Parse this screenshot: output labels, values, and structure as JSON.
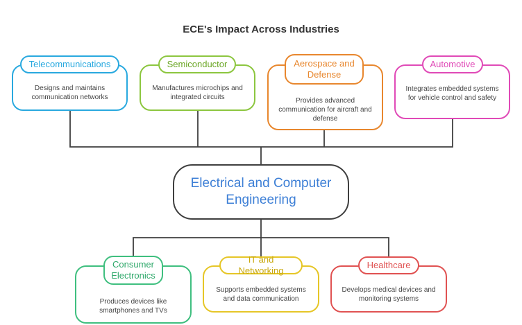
{
  "title": "ECE's Impact Across Industries",
  "center": {
    "label": "Electrical and Computer Engineering",
    "color": "#3d7fd6"
  },
  "industries_top": [
    {
      "name": "Telecommunications",
      "description": "Designs and maintains communication networks",
      "color": "#29a9df"
    },
    {
      "name": "Semiconductor",
      "description": "Manufactures microchips and integrated circuits",
      "color": "#8cc63f"
    },
    {
      "name": "Aerospace and Defense",
      "description": "Provides advanced communication for aircraft and defense",
      "color": "#e8872e"
    },
    {
      "name": "Automotive",
      "description": "Integrates embedded systems for vehicle control and safety",
      "color": "#e04ab7"
    }
  ],
  "industries_bottom": [
    {
      "name": "Consumer Electronics",
      "description": "Produces devices like smartphones and TVs",
      "color": "#3fbf7f"
    },
    {
      "name": "IT and Networking",
      "description": "Supports embedded systems and data communication",
      "color": "#e6c627"
    },
    {
      "name": "Healthcare",
      "description": "Develops medical devices and monitoring systems",
      "color": "#e05252"
    }
  ]
}
